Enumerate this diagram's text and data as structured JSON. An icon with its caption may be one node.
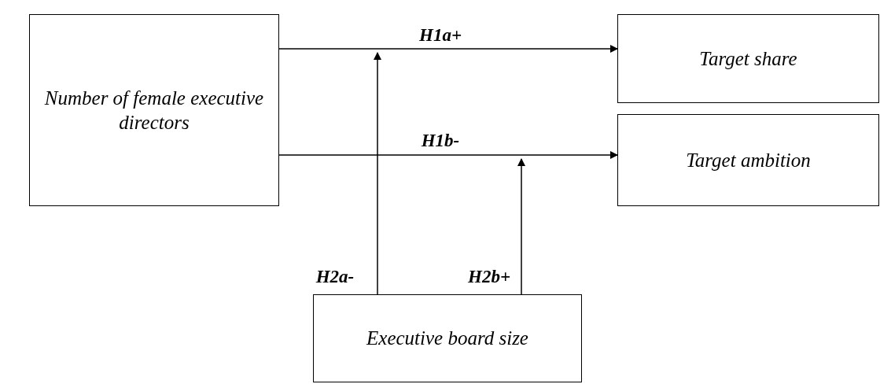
{
  "diagram": {
    "nodes": [
      {
        "text": [
          "Number of female executive directors"
        ]
      },
      {
        "text": [
          "Target share"
        ]
      },
      {
        "text": [
          "Target ambition"
        ]
      },
      {
        "text": [
          "Executive board size"
        ]
      }
    ],
    "edges": [
      {
        "from": 0,
        "to": 1,
        "arrow": "to",
        "label": "H1a+"
      },
      {
        "from": 0,
        "to": 2,
        "arrow": "to",
        "label": "H1b-"
      },
      {
        "from": 3,
        "to": null,
        "arrow": "to",
        "label": "H2a-"
      },
      {
        "from": 3,
        "to": null,
        "arrow": "to",
        "label": "H2b+"
      }
    ]
  }
}
